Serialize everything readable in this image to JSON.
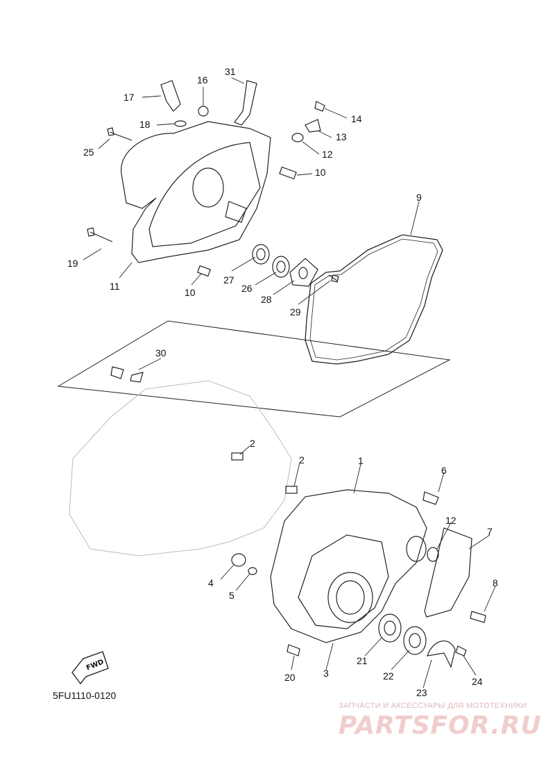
{
  "diagram": {
    "code": "5FU1110-0120",
    "fwd_label": "FWD",
    "callouts": {
      "c1": "1",
      "c2a": "2",
      "c2b": "2",
      "c3": "3",
      "c4": "4",
      "c5": "5",
      "c6": "6",
      "c7": "7",
      "c8": "8",
      "c9": "9",
      "c10a": "10",
      "c10b": "10",
      "c11": "11",
      "c12a": "12",
      "c12b": "12",
      "c13": "13",
      "c14": "14",
      "c16": "16",
      "c17": "17",
      "c18": "18",
      "c19": "19",
      "c20": "20",
      "c21": "21",
      "c22": "22",
      "c23": "23",
      "c24": "24",
      "c25": "25",
      "c26": "26",
      "c27": "27",
      "c28": "28",
      "c29": "29",
      "c30": "30",
      "c31": "31"
    }
  },
  "watermark": {
    "tagline": "ЗАПЧАСТИ И АКСЕССУАРЫ ДЛЯ МОТОТЕХНИКИ",
    "brand": "PARTSFOR.RU"
  }
}
